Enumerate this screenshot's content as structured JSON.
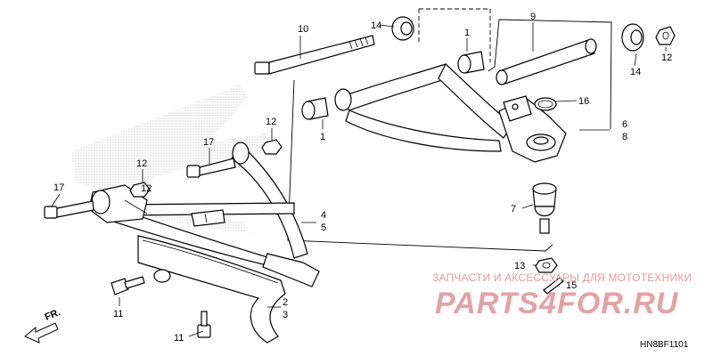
{
  "diagram": {
    "code": "HN8BF1101",
    "direction_label": "FR.",
    "callouts": {
      "c1a": "1",
      "c1b": "1",
      "c2": "2",
      "c3": "3",
      "c4": "4",
      "c5": "5",
      "c6": "6",
      "c7": "7",
      "c8": "8",
      "c9": "9",
      "c10": "10",
      "c11a": "11",
      "c11b": "11",
      "c12a": "12",
      "c12b": "12",
      "c12c": "12",
      "c12d": "12",
      "c13": "13",
      "c14a": "14",
      "c14b": "14",
      "c15": "15",
      "c16": "16",
      "c17a": "17",
      "c17b": "17"
    }
  },
  "watermark": {
    "tagline": "ЗАПЧАСТИ И АКСЕССУАРЫ ДЛЯ МОТОТЕХНИКИ",
    "logo": "PARTS4FOR.RU"
  },
  "colors": {
    "watermark": "#e29a9c",
    "stipple": "#b5b5b5",
    "line": "#000000"
  }
}
